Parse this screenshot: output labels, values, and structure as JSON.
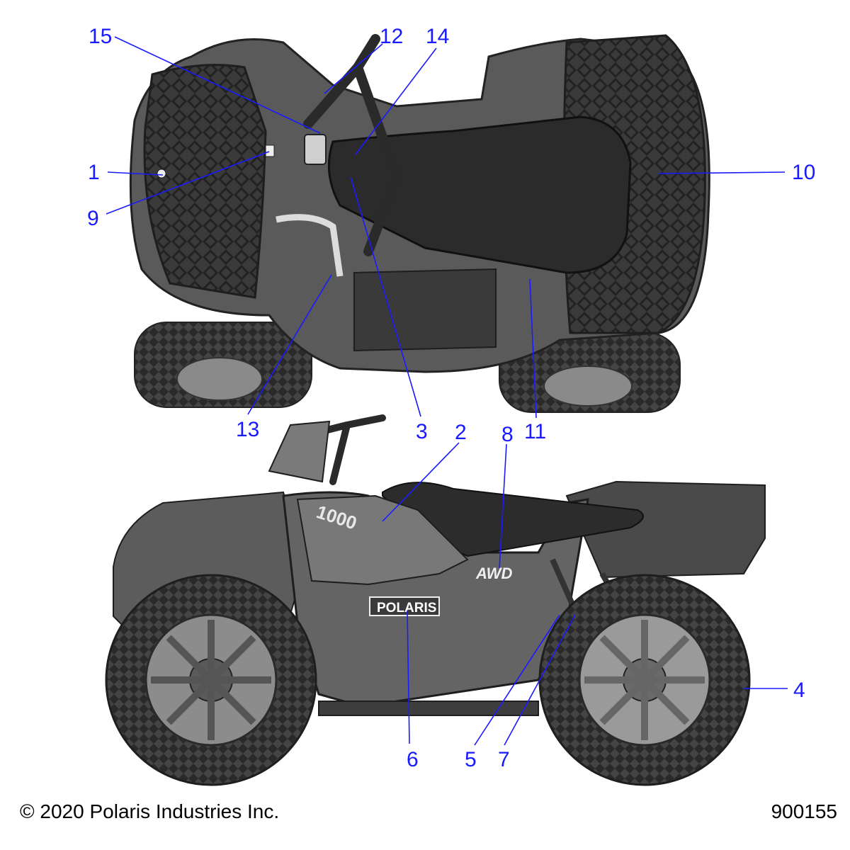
{
  "callouts": [
    {
      "label": "1"
    },
    {
      "label": "2"
    },
    {
      "label": "3"
    },
    {
      "label": "4"
    },
    {
      "label": "5"
    },
    {
      "label": "6"
    },
    {
      "label": "7"
    },
    {
      "label": "8"
    },
    {
      "label": "9"
    },
    {
      "label": "10"
    },
    {
      "label": "11"
    },
    {
      "label": "12"
    },
    {
      "label": "13"
    },
    {
      "label": "14"
    },
    {
      "label": "15"
    }
  ],
  "sticker_text": {
    "brand": "POLARIS",
    "model": "1000",
    "drive": "AWD"
  },
  "footer": {
    "copyright": "© 2020 Polaris Industries Inc.",
    "figure_number": "900155"
  },
  "colors": {
    "callout": "#1a1aff",
    "body_dark": "#3d3d3d",
    "body_mid": "#6e6e6e",
    "body_light": "#9a9a9a"
  }
}
